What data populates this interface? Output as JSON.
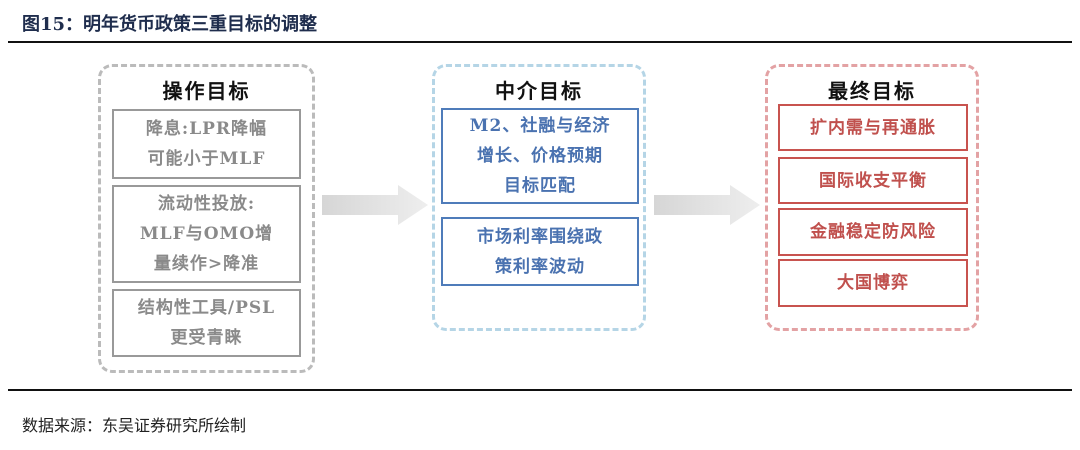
{
  "title": "图15：明年货币政策三重目标的调整",
  "source": "数据来源：东吴证券研究所绘制",
  "groups": [
    {
      "header": "操作目标",
      "items": [
        "降息:LPR降幅\n可能小于MLF",
        "流动性投放:\nMLF与OMO增\n量续作>降准",
        "结构性工具/PSL\n更受青睐"
      ]
    },
    {
      "header": "中介目标",
      "items": [
        "M2、社融与经济\n增长、价格预期\n目标匹配",
        "市场利率围绕政\n策利率波动"
      ]
    },
    {
      "header": "最终目标",
      "items": [
        "扩内需与再通胀",
        "国际收支平衡",
        "金融稳定防风险",
        "大国博弈"
      ]
    }
  ],
  "colors": {
    "operational": "#8a8a8a",
    "intermediate": "#4a72b0",
    "final": "#c0504d"
  }
}
